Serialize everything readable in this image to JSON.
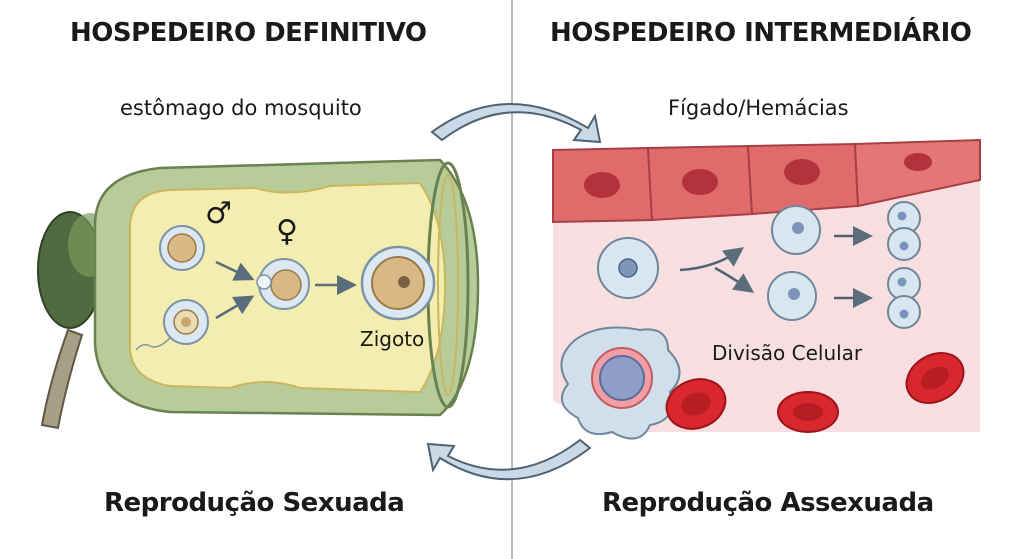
{
  "left": {
    "title": "HOSPEDEIRO DEFINITIVO",
    "location": "estômago do mosquito",
    "male_symbol": "♂",
    "female_symbol": "♀",
    "zygote_label": "Zigoto",
    "footer": "Reprodução Sexuada"
  },
  "right": {
    "title": "HOSPEDEIRO INTERMEDIÁRIO",
    "location": "Fígado/Hemácias",
    "division_label": "Divisão Celular",
    "footer": "Reprodução Assexuada"
  },
  "colors": {
    "stomach_wall": "#b8cc9a",
    "stomach_lumen": "#f3edb0",
    "cell_blue": "#d7e6f0",
    "liver_cell": "#e06b6b",
    "red_blood_cell": "#d9272e",
    "arrow": "#c9d9e6"
  }
}
